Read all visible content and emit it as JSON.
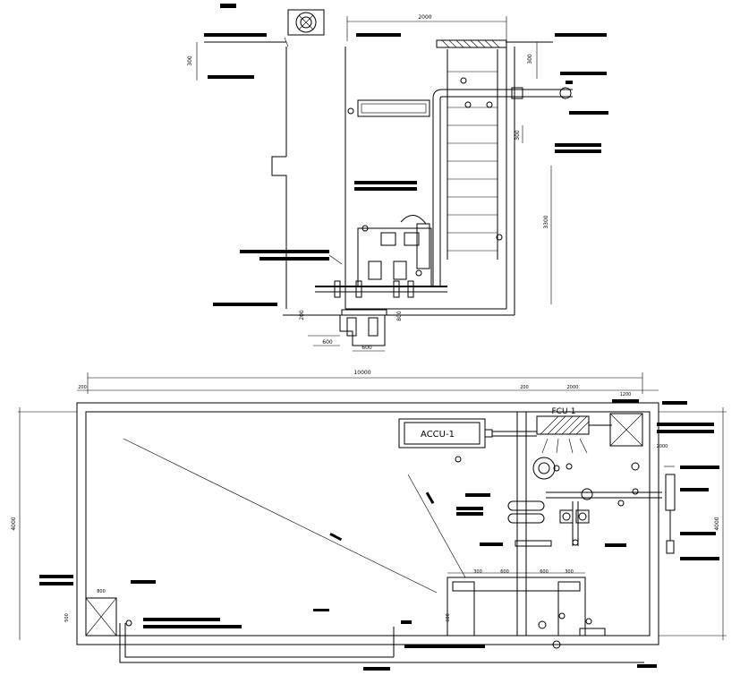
{
  "section": {
    "width_dim": "2000",
    "depth_dim_left": "300",
    "depth_dim_right": "300",
    "step_dim": "300",
    "height_dim": "3300",
    "bottom_dim_a": "600",
    "bottom_dim_b": "600",
    "side_dim": "800",
    "side_dim_small": "200"
  },
  "plan": {
    "overall_width": "10000",
    "left_edge": "200",
    "mid_edge": "200",
    "seg_2000": "2000",
    "seg_1200": "1200",
    "seg_2000_lower": "2000",
    "height_left": "4000",
    "height_right": "4000",
    "accu_label": "ACCU-1",
    "fcu_label": "FCU-1",
    "pit_dims": [
      "300",
      "600",
      "600",
      "300"
    ],
    "pit_height": "600",
    "small_pit_width": "800",
    "small_pit_height": "500"
  },
  "colors": {
    "line": "#000000",
    "background": "#ffffff",
    "hatch": "#000000"
  }
}
